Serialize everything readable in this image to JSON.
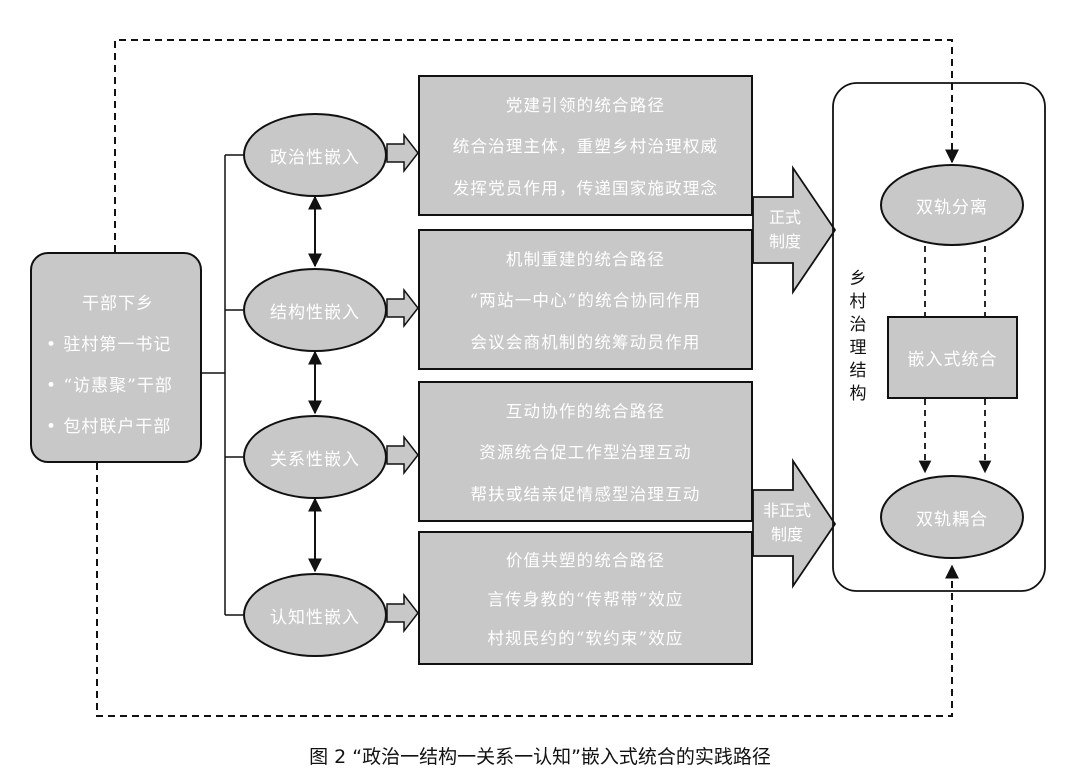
{
  "cadre_box": {
    "title": "干部下乡",
    "items": [
      "• 驻村第一书记",
      "• “访惠聚”干部",
      "• 包村联户干部"
    ]
  },
  "embeds": [
    {
      "label": "政治性嵌入",
      "lines": [
        "党建引领的统合路径",
        "统合治理主体，重塑乡村治理权威",
        "发挥党员作用，传递国家施政理念"
      ]
    },
    {
      "label": "结构性嵌入",
      "lines": [
        "机制重建的统合路径",
        "“两站一中心”的统合协同作用",
        "会议会商机制的统筹动员作用"
      ]
    },
    {
      "label": "关系性嵌入",
      "lines": [
        "互动协作的统合路径",
        "资源统合促工作型治理互动",
        "帮扶或结亲促情感型治理互动"
      ]
    },
    {
      "label": "认知性嵌入",
      "lines": [
        "价值共塑的统合路径",
        "言传身教的“传帮带”效应",
        "村规民约的“软约束”效应"
      ]
    }
  ],
  "formal_arrow": {
    "line1": "正式",
    "line2": "制度"
  },
  "informal_arrow": {
    "line1": "非正式",
    "line2": "制度"
  },
  "rural_structure": {
    "label": "乡村治理结构",
    "chars": [
      "乡",
      "村",
      "治",
      "理",
      "结",
      "构"
    ]
  },
  "dual_separation": "双轨分离",
  "embedded_integration": "嵌入式统合",
  "dual_coupling": "双轨耦合",
  "caption": "图 2 “政治一结构一关系一认知”嵌入式统合的实践路径",
  "colors": {
    "fill": "#c8c8c8",
    "stroke": "#111111",
    "text_on_fill": "#ffffff"
  }
}
